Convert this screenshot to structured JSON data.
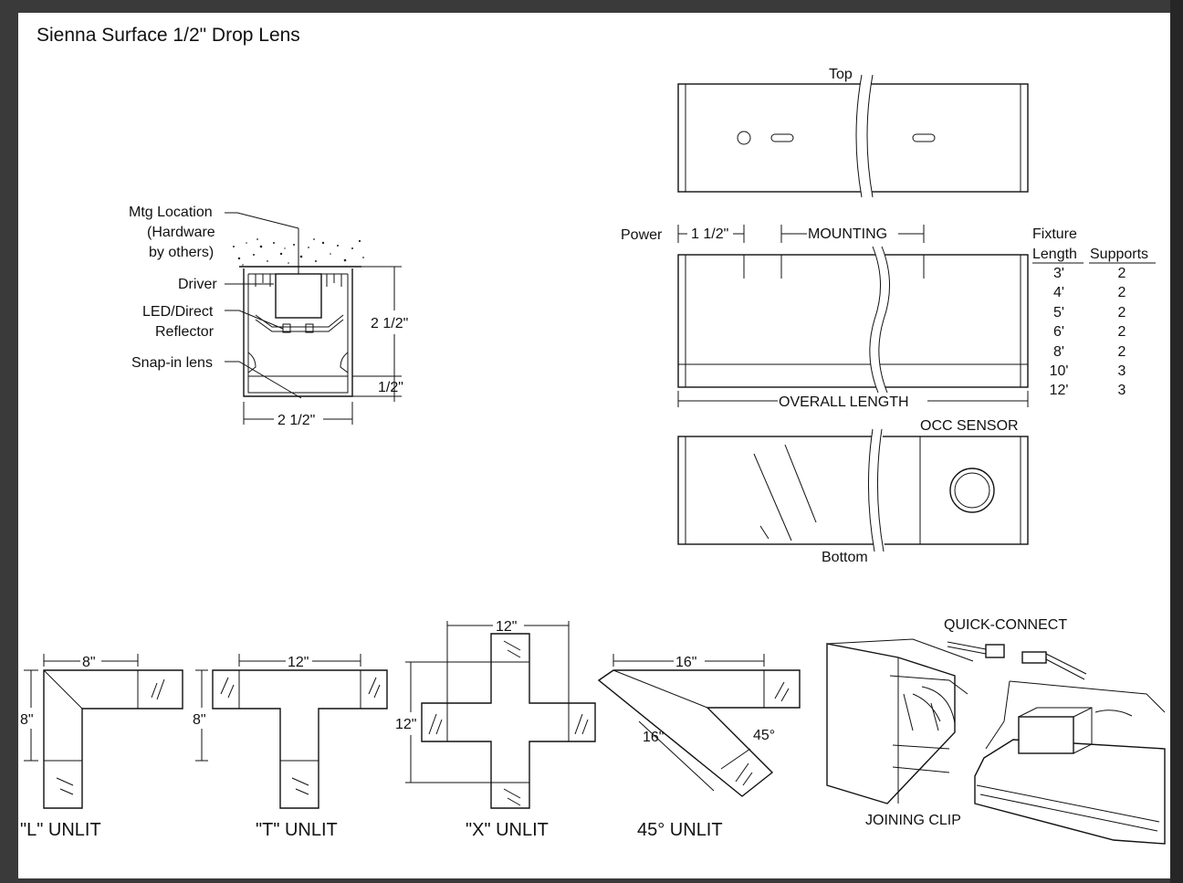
{
  "title": "Sienna Surface 1/2\" Drop Lens",
  "section_view": {
    "labels": {
      "mtg_location": [
        "Mtg Location",
        "(Hardware",
        "by others)"
      ],
      "driver": "Driver",
      "led_reflector": [
        "LED/Direct",
        "Reflector"
      ],
      "snap_in_lens": "Snap-in lens"
    },
    "dims": {
      "height": "2 1/2\"",
      "drop": "1/2\"",
      "width": "2 1/2\""
    }
  },
  "top_view": {
    "label": "Top"
  },
  "side_view": {
    "power": "Power",
    "offset": "1 1/2\"",
    "mounting": "MOUNTING",
    "overall_length": "OVERALL LENGTH"
  },
  "supports_table": {
    "headers": [
      "Fixture",
      "Length",
      "Supports"
    ],
    "rows": [
      {
        "length": "3'",
        "supports": "2"
      },
      {
        "length": "4'",
        "supports": "2"
      },
      {
        "length": "5'",
        "supports": "2"
      },
      {
        "length": "6'",
        "supports": "2"
      },
      {
        "length": "8'",
        "supports": "2"
      },
      {
        "length": "10'",
        "supports": "3"
      },
      {
        "length": "12'",
        "supports": "3"
      }
    ]
  },
  "bottom_view": {
    "label": "Bottom",
    "sensor": "OCC SENSOR"
  },
  "corners": {
    "l_unlit": {
      "label": "\"L\" UNLIT",
      "dim_w": "8\"",
      "dim_h": "8\""
    },
    "t_unlit": {
      "label": "\"T\" UNLIT",
      "dim_w": "12\"",
      "dim_h": "8\""
    },
    "x_unlit": {
      "label": "\"X\" UNLIT",
      "dim_w": "12\"",
      "dim_h": "12\""
    },
    "deg45_unlit": {
      "label": "45° UNLIT",
      "dim_w": "16\"",
      "dim_diag": "16\"",
      "angle": "45°"
    }
  },
  "connection": {
    "quick_connect": "QUICK-CONNECT",
    "joining_clip": "JOINING CLIP"
  }
}
